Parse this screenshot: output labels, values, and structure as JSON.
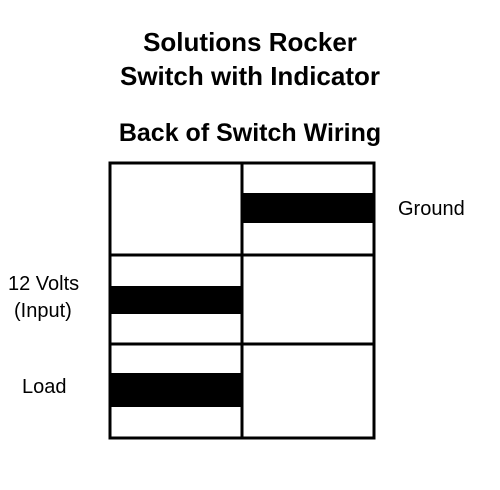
{
  "title": {
    "line1": "Solutions Rocker",
    "line2": "Switch with Indicator"
  },
  "subtitle": "Back of Switch Wiring",
  "labels": {
    "ground": "Ground",
    "volts_line1": "12 Volts",
    "volts_line2": "(Input)",
    "load": "Load"
  },
  "colors": {
    "line": "#000000",
    "background": "#ffffff"
  }
}
